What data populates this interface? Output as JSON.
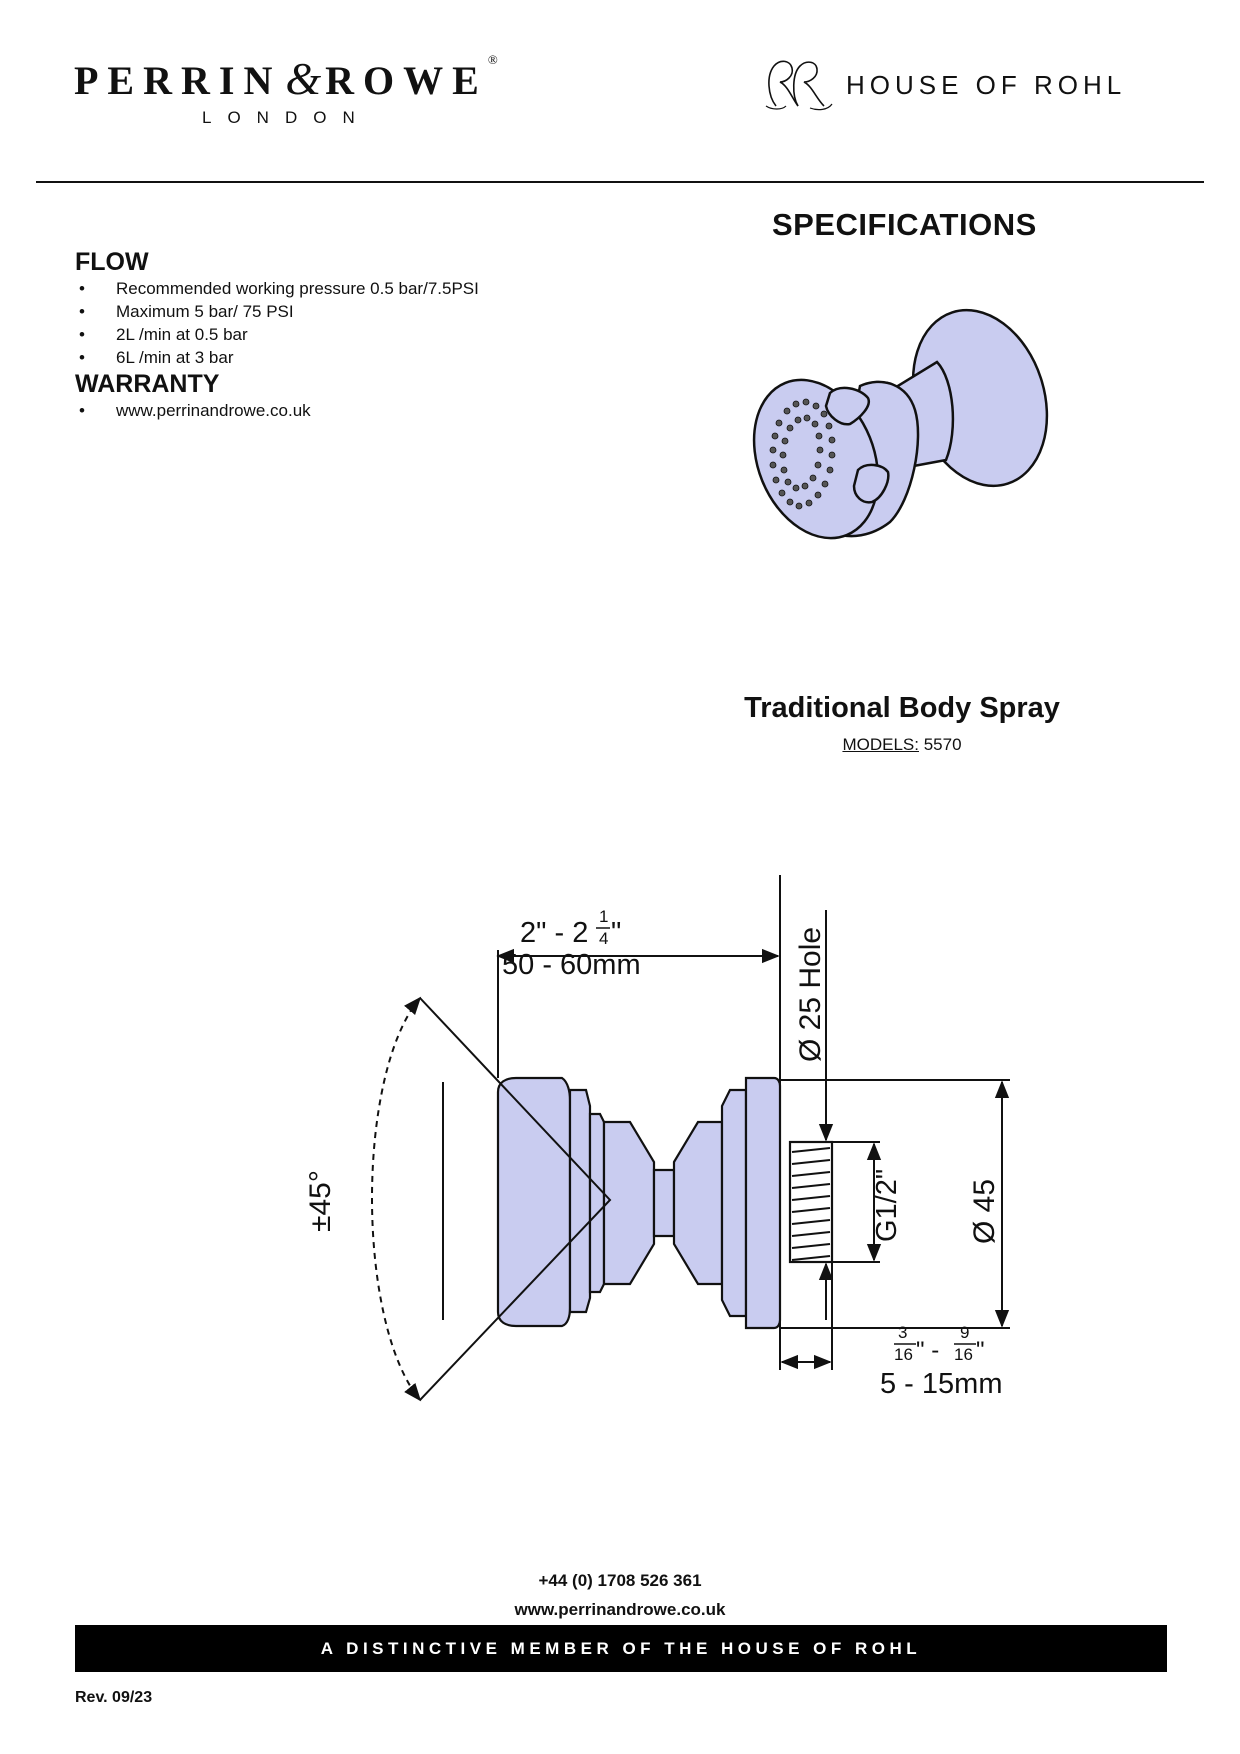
{
  "header": {
    "brand_name": "Perrin & Rowe",
    "brand_first": "Perrin",
    "brand_amp": "&",
    "brand_second": "Rowe",
    "brand_reg": "®",
    "brand_city": "LONDON",
    "partner_logo": "HOUSE OF ROHL",
    "partner_mark": "RR-monogram-icon"
  },
  "page_title": "SPECIFICATIONS",
  "flow": {
    "heading": "FLOW",
    "items": [
      "Recommended working pressure 0.5 bar/7.5PSI",
      "Maximum 5 bar/ 75 PSI",
      "2L /min at 0.5 bar",
      "6L /min at 3 bar"
    ]
  },
  "warranty": {
    "heading": "WARRANTY",
    "items": [
      "www.perrinandrowe.co.uk"
    ]
  },
  "bullet_char": "•",
  "product": {
    "name": "Traditional Body Spray",
    "models_label": "MODELS:",
    "models_value": "5570"
  },
  "drawing": {
    "dim_width_imperial_a": "2\" - 2",
    "dim_width_frac_num": "1",
    "dim_width_frac_den": "4",
    "dim_width_quote": "\"",
    "dim_width_metric": "50 - 60mm",
    "dim_hole": "Ø 25 Hole",
    "dim_thread": "G1/2\"",
    "dim_diameter": "Ø 45",
    "dim_angle": "±45°",
    "dim_depth_frac1_num": "3",
    "dim_depth_frac1_den": "16",
    "dim_depth_sep": "\" - ",
    "dim_depth_frac2_num": "9",
    "dim_depth_frac2_den": "16",
    "dim_depth_quote": "\"",
    "dim_depth_metric": "5 - 15mm"
  },
  "colors": {
    "fill": "#c9ccf0",
    "stroke": "#111111",
    "banner": "#000000"
  },
  "footer": {
    "phone": "+44 (0) 1708 526 361",
    "web": "www.perrinandrowe.co.uk",
    "banner": "A DISTINCTIVE MEMBER OF THE HOUSE OF ROHL",
    "revision": "Rev. 09/23"
  }
}
